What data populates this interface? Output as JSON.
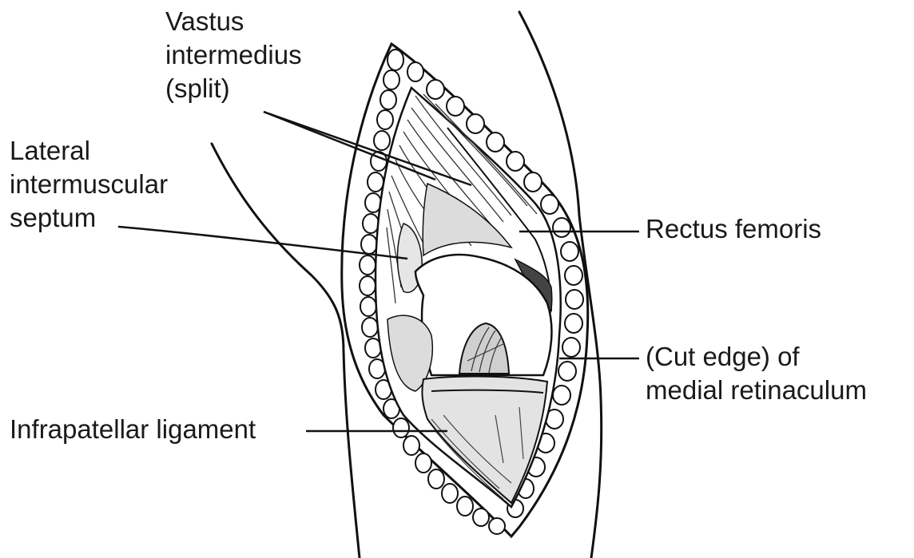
{
  "labels": {
    "vastus_intermedius": [
      "Vastus",
      "intermedius",
      "(split)"
    ],
    "lateral_septum": [
      "Lateral",
      "intermuscular",
      "septum"
    ],
    "rectus_femoris": "Rectus femoris",
    "cut_edge": [
      "(Cut edge) of",
      "medial retinaculum"
    ],
    "infrapatellar": "Infrapatellar ligament"
  }
}
